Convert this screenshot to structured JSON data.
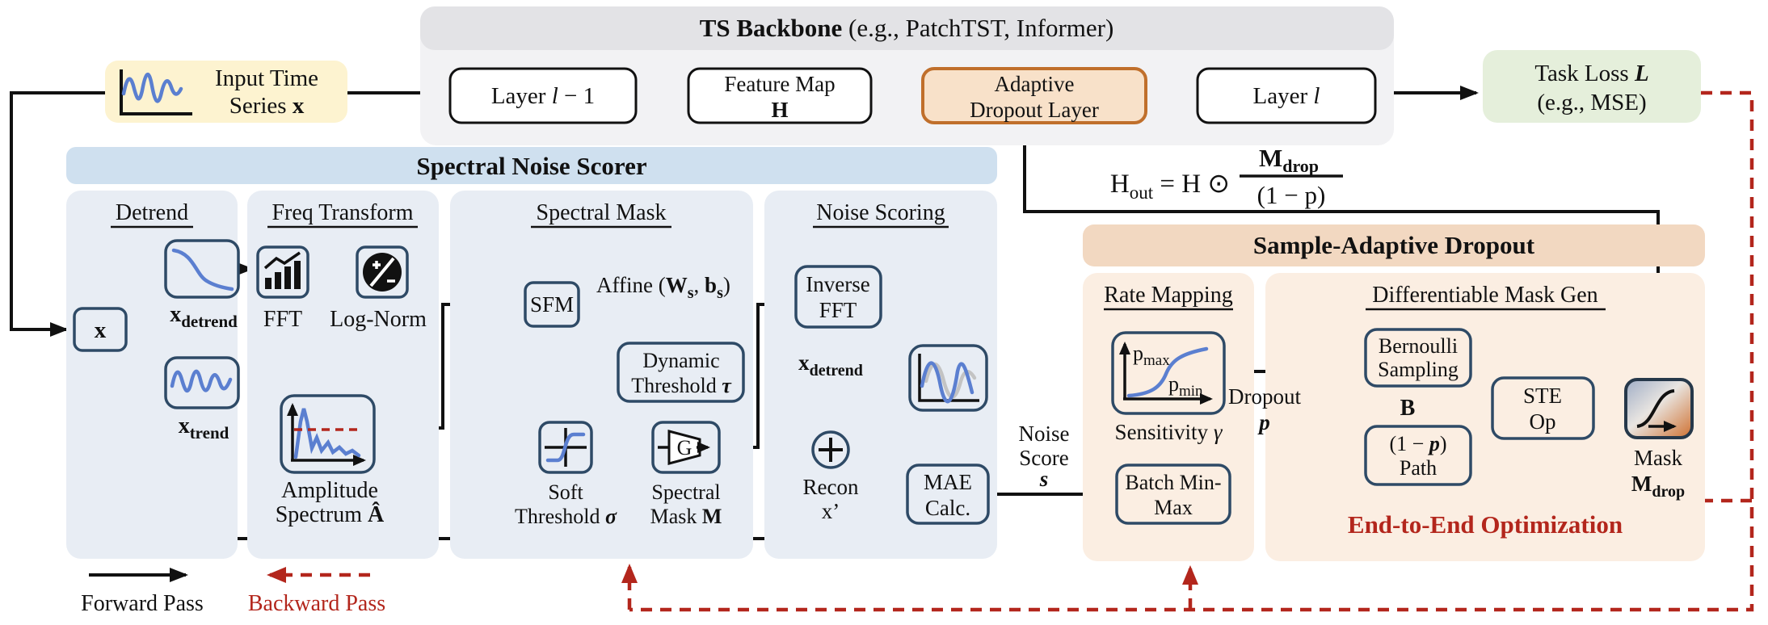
{
  "backbone": {
    "title_bold": "TS Backbone",
    "title_rest": " (e.g., PatchTST, Informer)",
    "layer_prev_word": "Layer ",
    "layer_prev_var": "l",
    "layer_prev_tail": " − 1",
    "feature_line1": "Feature Map",
    "feature_line2": "H",
    "adaptive_line1": "Adaptive",
    "adaptive_line2": "Dropout Layer",
    "layer_next_word": "Layer ",
    "layer_next_var": "l"
  },
  "input": {
    "line1": "Input Time",
    "line2_word": "Series ",
    "line2_var": "x"
  },
  "task": {
    "line1_word": "Task Loss ",
    "line1_var": "L",
    "line2": "(e.g., MSE)"
  },
  "formula": {
    "lhs_base": "H",
    "lhs_sub": "out",
    "lhs_rest": " = H ⊙",
    "num_base": "M",
    "num_sub": "drop",
    "den": "(1 − p)"
  },
  "scorer": {
    "title": "Spectral Noise Scorer",
    "detrend_heading": "Detrend",
    "x": "x",
    "x_detrend_base": "x",
    "x_detrend_sub": "detrend",
    "x_trend_base": "x",
    "x_trend_sub": "trend",
    "freq_heading": "Freq Transform",
    "fft": "FFT",
    "log_norm": "Log-Norm",
    "amp_line1": "Amplitude",
    "amp_line2": "Spectrum ",
    "amp_var": "Â",
    "mask_heading": "Spectral Mask",
    "sfm": "SFM",
    "affine_pre": "Affine (",
    "affine_w": "W",
    "affine_ws": "s",
    "affine_mid": ", ",
    "affine_b": "b",
    "affine_bs": "s",
    "affine_post": ")",
    "dyn_line1": "Dynamic",
    "dyn_line2": "Threshold ",
    "dyn_var": "τ",
    "soft_line1": "Soft",
    "soft_line2": "Threshold ",
    "soft_var": "σ",
    "gate": "G",
    "smask_line1": "Spectral",
    "smask_line2": "Mask ",
    "smask_var": "M",
    "noise_heading": "Noise Scoring",
    "ifft_line1": "Inverse",
    "ifft_line2": "FFT",
    "nd_base": "x",
    "nd_sub": "detrend",
    "recon_line1": "Recon",
    "recon_line2": "x’",
    "mae_line1": "MAE",
    "mae_line2": "Calc.",
    "score_line1": "Noise",
    "score_line2": "Score",
    "score_var": "s"
  },
  "dropout": {
    "title": "Sample-Adaptive Dropout",
    "rate_heading": "Rate Mapping",
    "pmax_base": "p",
    "pmax_sub": "max",
    "pmin_base": "p",
    "pmin_sub": "min",
    "sensitivity_word": "Sensitivity ",
    "sensitivity_var": "γ",
    "batch_line1": "Batch Min-",
    "batch_line2": "Max",
    "gen_heading": "Differentiable Mask Gen",
    "bern_line1": "Bernoulli",
    "bern_line2": "Sampling",
    "b": "B",
    "dropout_word": "Dropout",
    "dropout_var": "p",
    "path_pre": "(1 − ",
    "path_var": "p",
    "path_post": ")",
    "path_line2": "Path",
    "ste_line1": "STE",
    "ste_line2": "Op",
    "mask_word": "Mask",
    "mask_base": "M",
    "mask_sub": "drop",
    "e2e": "End-to-End Optimization"
  },
  "legend": {
    "forward": "Forward Pass",
    "backward": "Backward Pass"
  },
  "colors": {
    "backbone_header": "#e3e3e6",
    "backbone_body": "#f2f2f4",
    "input_fill": "#fdf3d0",
    "task_fill": "#e5efdb",
    "adaptive_fill": "#f8e1c9",
    "adaptive_border": "#c06f2b",
    "scorer_header": "#cfe0ef",
    "scorer_panel": "#e8edf4",
    "dropout_header": "#f2d8c1",
    "dropout_panel": "#fbeee2",
    "box_stroke": "#2e4a66",
    "accent_red": "#b3261c",
    "curve_blue": "#5b7fd0"
  }
}
